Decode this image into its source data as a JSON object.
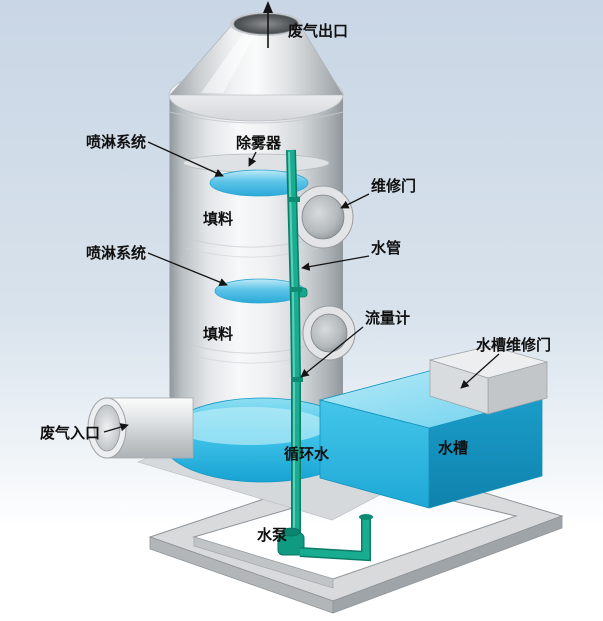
{
  "labels": {
    "gas_outlet": "废气出口",
    "spray_system_top": "喷淋系统",
    "demister": "除雾器",
    "maintenance_door": "维修门",
    "packing_top": "填料",
    "spray_system_bottom": "喷淋系统",
    "water_pipe": "水管",
    "packing_bottom": "填料",
    "flow_meter": "流量计",
    "tank_maintenance_door": "水槽维修门",
    "gas_inlet": "废气入口",
    "circulating_water": "循环水",
    "water_tank": "水槽",
    "water_pump": "水泵"
  },
  "colors": {
    "background_top": "#c9d6e5",
    "tower_gray": "#d9dcde",
    "water_cyan": "#2ebde6",
    "pipe_teal": "#149a80",
    "label_text": "#101010"
  }
}
